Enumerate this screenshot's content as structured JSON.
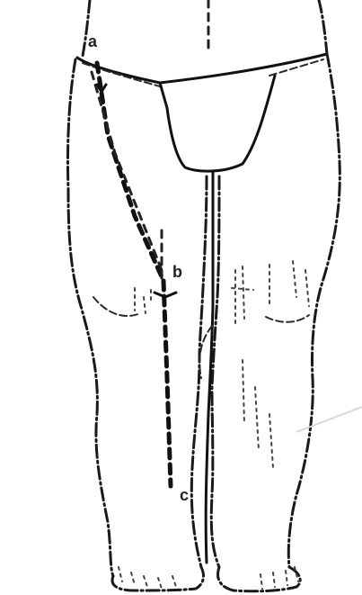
{
  "figure": {
    "point_labels": {
      "a": "a",
      "b": "b",
      "c": "c"
    },
    "colors": {
      "line": "#111111",
      "background": "#ffffff"
    }
  }
}
